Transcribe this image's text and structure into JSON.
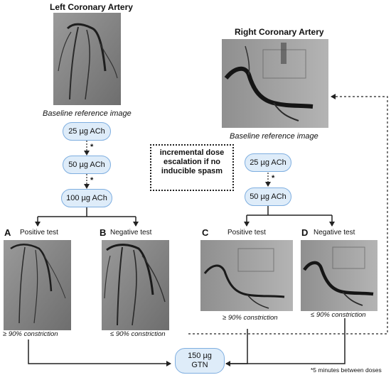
{
  "titles": {
    "left": "Left Coronary Artery",
    "right": "Right Coronary Artery"
  },
  "captions": {
    "left_baseline": "Baseline reference image",
    "right_baseline": "Baseline reference image"
  },
  "left_doses": [
    "25 µg ACh",
    "50 µg ACh",
    "100 µg ACh"
  ],
  "right_doses": [
    "25 µg ACh",
    "50 µg ACh"
  ],
  "asterisk": "*",
  "note": [
    "incremental dose",
    "escalation if no",
    "inducible spasm"
  ],
  "panels": {
    "A": {
      "letter": "A",
      "label": "Positive test",
      "caption": "≥ 90% constriction"
    },
    "B": {
      "letter": "B",
      "label": "Negative test",
      "caption": "≤ 90% constriction"
    },
    "C": {
      "letter": "C",
      "label": "Positive test",
      "caption": "≥ 90% constriction"
    },
    "D": {
      "letter": "D",
      "label": "Negative test",
      "caption": "≤ 90% constriction"
    }
  },
  "gtn": [
    "150 µg",
    "GTN"
  ],
  "footnote": "*5 minutes between doses"
}
